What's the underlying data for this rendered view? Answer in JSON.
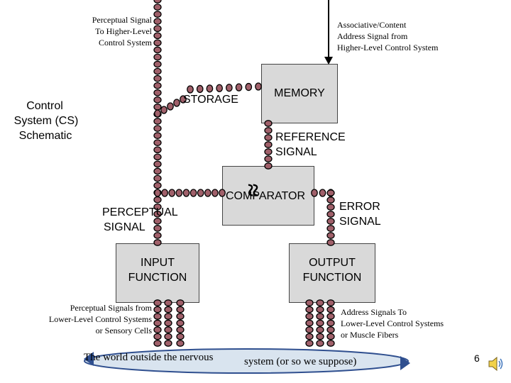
{
  "slide": {
    "title_lines": [
      "Control",
      "System (CS)",
      "Schematic"
    ],
    "page_number": "6",
    "speaker_icon": "speaker-icon"
  },
  "top_left_note": [
    "Perceptual Signal",
    "To Higher-Level",
    "Control System"
  ],
  "top_right_note": [
    "Associative/Content",
    "Address Signal from",
    "Higher-Level Control System"
  ],
  "boxes": {
    "memory": "MEMORY",
    "comparator": "COMPARATOR",
    "comparator_symbol": "≈",
    "input": [
      "INPUT",
      "FUNCTION"
    ],
    "output": [
      "OUTPUT",
      "FUNCTION"
    ]
  },
  "labels": {
    "storage": "STORAGE",
    "reference": [
      "REFERENCE",
      "SIGNAL"
    ],
    "perceptual": [
      "PERCEPTUAL",
      "SIGNAL"
    ],
    "error": [
      "ERROR",
      "SIGNAL"
    ]
  },
  "bottom_left_note": [
    "Perceptual Signals from",
    "Lower-Level Control Systems",
    "or Sensory Cells"
  ],
  "bottom_right_note": [
    "Address Signals To",
    "Lower-Level Control Systems",
    "or Muscle Fibers"
  ],
  "environment": {
    "left_text": "The world outside the nervous",
    "right_text": "system (or so we suppose)"
  },
  "colors": {
    "chain_fill": "#a0606a",
    "chain_outline": "#000000",
    "box_fill": "#d9d9d9",
    "ellipse_fill": "#d9e4ef"
  }
}
